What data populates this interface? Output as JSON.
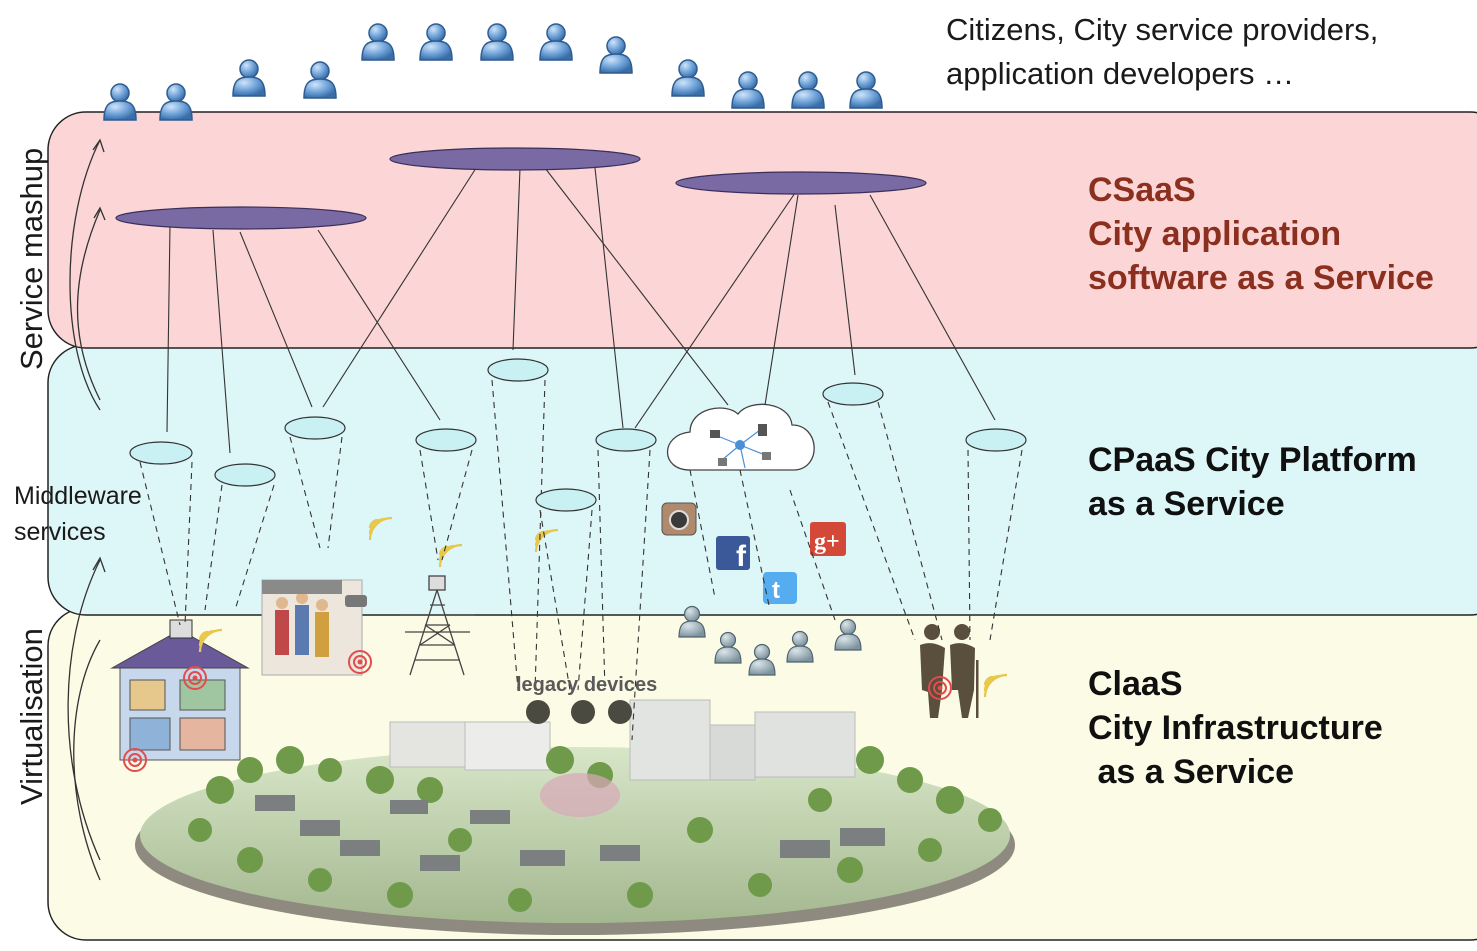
{
  "header": {
    "line1": "Citizens, City service providers,",
    "line2": "application developers …"
  },
  "layers": {
    "csaas": {
      "line1": "CSaaS",
      "line2": "City application",
      "line3": "software as a Service",
      "color": "#8b2f1f"
    },
    "cpaas": {
      "line1": "CPaaS City Platform",
      "line2": "as a Service"
    },
    "ciaas": {
      "line1": "ClaaS",
      "line2": "City Infrastructure",
      "line3": " as a Service"
    }
  },
  "side_labels": {
    "service_mashup": "Service mashup",
    "virtualisation": "Virtualisation",
    "middleware_line1": "Middleware",
    "middleware_line2": "services"
  },
  "legacy_label": "legacy devices",
  "colors": {
    "app_layer": "#fcd5d7",
    "platform_layer": "#ddf6f8",
    "infra_layer": "#fbfbe6",
    "app_ellipse": "#7a6aa3",
    "service_ellipse": "#c9f0f2",
    "user_icon": "#6b9fd6"
  },
  "icons": [
    "user-icon",
    "cloud-icon",
    "instagram-icon",
    "facebook-icon",
    "twitter-icon",
    "google-plus-icon",
    "wifi-icon",
    "house-icon",
    "power-tower-icon",
    "elderly-couple-icon",
    "city-model"
  ]
}
